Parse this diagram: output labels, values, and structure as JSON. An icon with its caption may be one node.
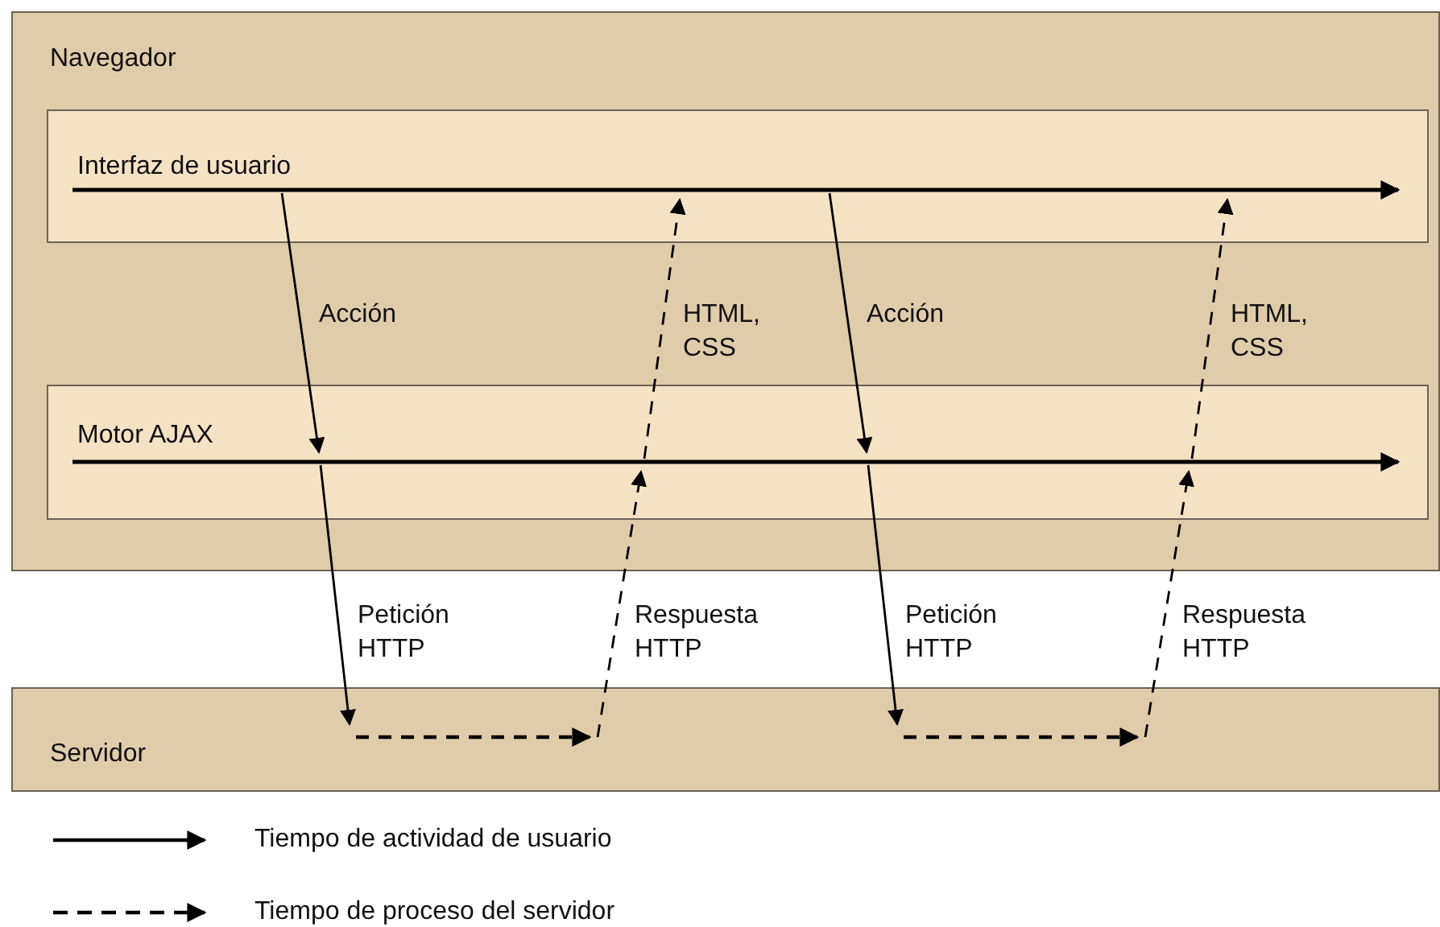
{
  "diagram": {
    "nodes": [
      {
        "text": [
          "Navegador"
        ]
      },
      {
        "text": [
          "Interfaz de usuario"
        ],
        "in": 0
      },
      {
        "text": [
          "Motor AJAX"
        ],
        "in": 0
      },
      {
        "text": [
          "Servidor"
        ]
      }
    ],
    "edges": [
      {
        "from": 1,
        "to": 2,
        "arrow": "to",
        "label": "Acción"
      },
      {
        "from": 2,
        "to": 3,
        "arrow": "to",
        "label": "Petición HTTP"
      },
      {
        "from": 3,
        "to": 2,
        "arrow": "to",
        "style": "dashed",
        "label": "Respuesta HTTP"
      },
      {
        "from": 2,
        "to": 1,
        "arrow": "to",
        "style": "dashed",
        "label": "HTML, CSS"
      },
      {
        "from": 1,
        "to": 2,
        "arrow": "to",
        "label": "Acción"
      },
      {
        "from": 2,
        "to": 3,
        "arrow": "to",
        "label": "Petición HTTP"
      },
      {
        "from": 3,
        "to": 2,
        "arrow": "to",
        "style": "dashed",
        "label": "Respuesta HTTP"
      },
      {
        "from": 2,
        "to": 1,
        "arrow": "to",
        "style": "dashed",
        "label": "HTML, CSS"
      }
    ],
    "legend": [
      {
        "text": "Tiempo de actividad de usuario"
      },
      {
        "text": "Tiempo de proceso del servidor"
      }
    ]
  }
}
